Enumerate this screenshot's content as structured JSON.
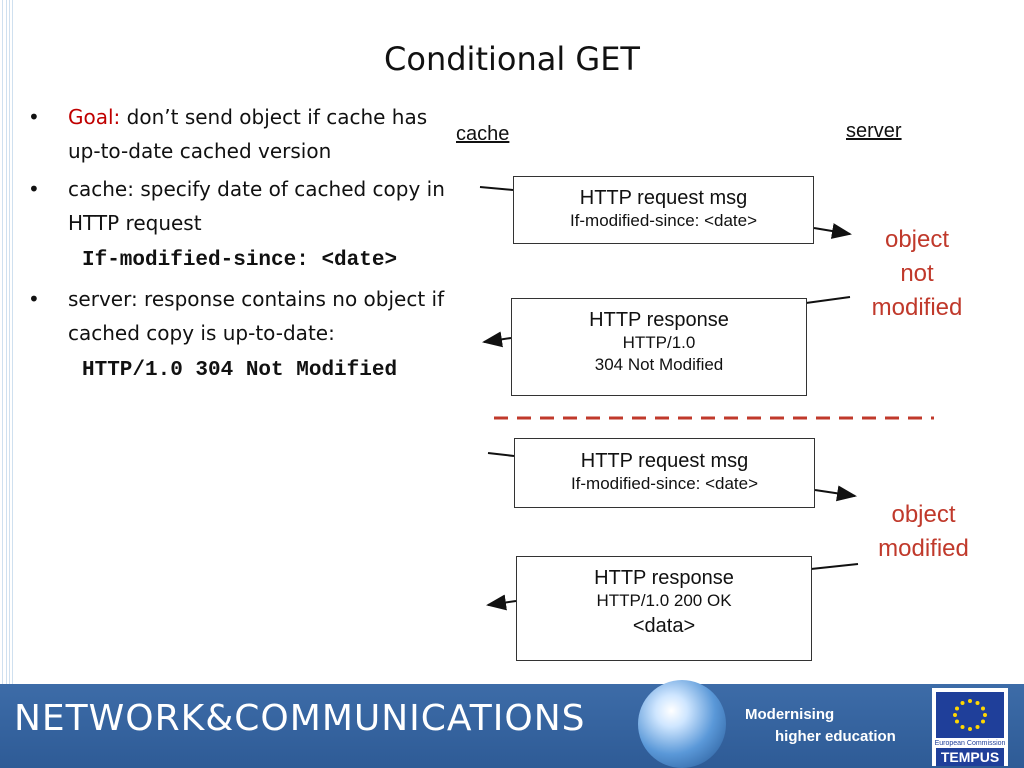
{
  "title": "Conditional GET",
  "bullets": {
    "goal_label": "Goal:",
    "goal_text": " don’t send object if cache has up-to-date cached version",
    "cache_text": "cache: specify date of cached copy in HTTP request",
    "cache_code": "If-modified-since: <date>",
    "server_text": "server: response contains no object if cached copy is up-to-date:",
    "server_code": "HTTP/1.0 304 Not Modified"
  },
  "diagram": {
    "cache_label": "cache",
    "server_label": "server",
    "box1": {
      "line1": "HTTP request msg",
      "line2": "If-modified-since: <date>"
    },
    "box2": {
      "line1": "HTTP response",
      "line2": "HTTP/1.0",
      "line3": "304 Not Modified"
    },
    "status1": {
      "line1": "object",
      "line2": "not",
      "line3": "modified"
    },
    "box3": {
      "line1": "HTTP request msg",
      "line2": "If-modified-since: <date>"
    },
    "box4": {
      "line1": "HTTP response",
      "line2": "HTTP/1.0 200 OK",
      "line3": "<data>"
    },
    "status2": {
      "line1": "object",
      "line2": "modified"
    }
  },
  "footer": {
    "title": "NETWORK&COMMUNICATIONS",
    "tagline1": "Modernising",
    "tagline2": "higher education",
    "ec_text": "European Commission",
    "tempus": "TEMPUS"
  },
  "colors": {
    "goal_red": "#c00000",
    "status_red": "#c0392b",
    "separator_red": "#c0392b",
    "footer_blue": "#3d6ca8"
  }
}
